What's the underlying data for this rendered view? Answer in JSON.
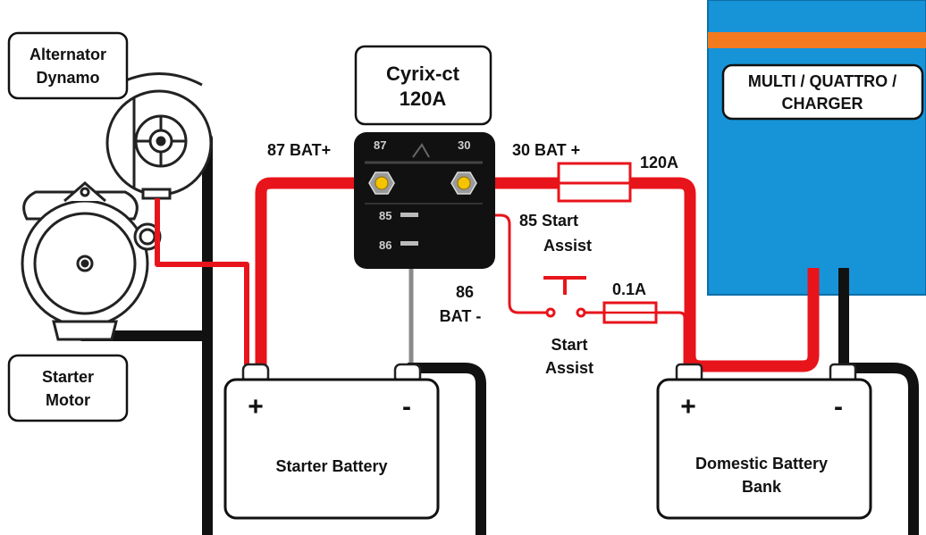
{
  "labels": {
    "alternator_line1": "Alternator",
    "alternator_line2": "Dynamo",
    "starter_motor_line1": "Starter",
    "starter_motor_line2": "Motor",
    "relay_title_line1": "Cyrix-ct",
    "relay_title_line2": "120A",
    "multi_line1": "MULTI / QUATTRO /",
    "multi_line2": "CHARGER",
    "term_87": "87 BAT+",
    "term_30": "30 BAT +",
    "fuse_main": "120A",
    "term_85_line1": "85 Start",
    "term_85_line2": "Assist",
    "term_86_line1": "86",
    "term_86_line2": "BAT -",
    "fuse_small": "0.1A",
    "switch_line1": "Start",
    "switch_line2": "Assist",
    "starter_battery": "Starter Battery",
    "domestic_line1": "Domestic Battery",
    "domestic_line2": "Bank",
    "plus": "+",
    "minus": "-",
    "relay_pin_87": "87",
    "relay_pin_30": "30",
    "relay_pin_85": "85",
    "relay_pin_86": "86"
  },
  "colors": {
    "positive_wire": "#e8141b",
    "negative_wire": "#111111",
    "signal_wire": "#8a8a8a",
    "charger_blue": "#1793d8",
    "charger_stripe": "#f47a20",
    "relay_body": "#111111"
  }
}
